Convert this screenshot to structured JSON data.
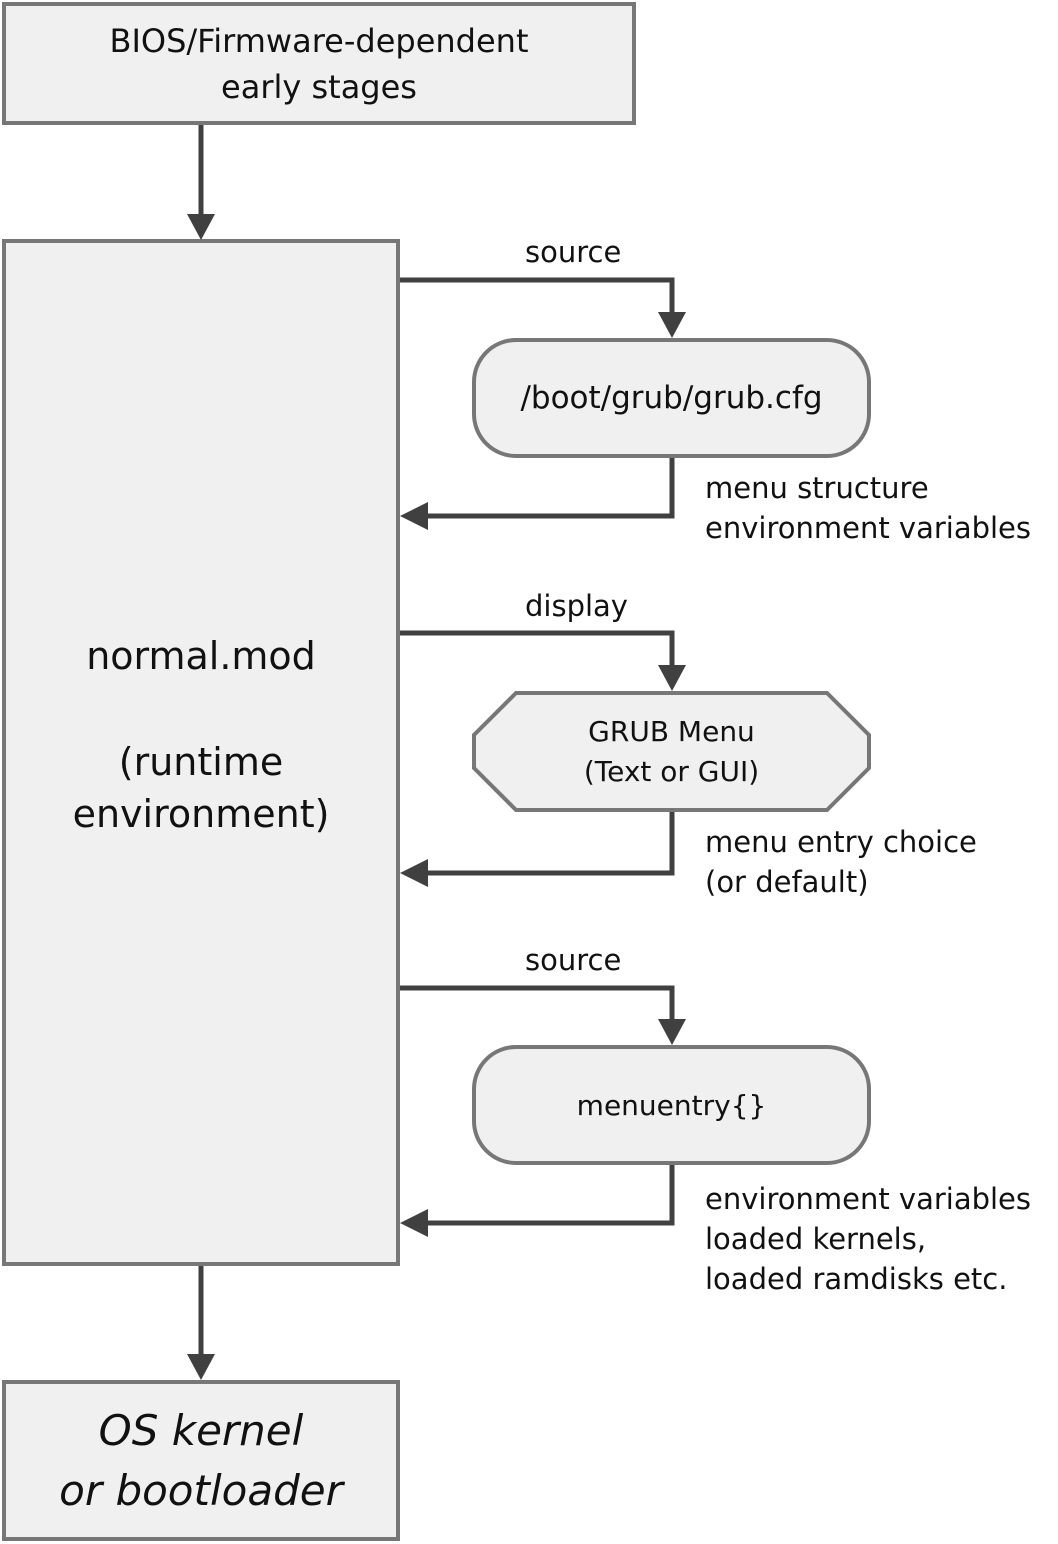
{
  "nodes": {
    "bios": {
      "lines": [
        "BIOS/Firmware-dependent",
        "early stages"
      ]
    },
    "normal": {
      "title": "normal.mod",
      "subtitle_lines": [
        "(runtime",
        "environment)"
      ]
    },
    "grubcfg": {
      "label": "/boot/grub/grub.cfg"
    },
    "menu": {
      "lines": [
        "GRUB Menu",
        "(Text or GUI)"
      ]
    },
    "menuentry": {
      "label": "menuentry{}"
    },
    "os": {
      "lines": [
        "OS kernel",
        "or bootloader"
      ]
    }
  },
  "edges": {
    "to_grubcfg": {
      "label": "source"
    },
    "from_grubcfg": {
      "lines": [
        "menu structure",
        "environment variables"
      ]
    },
    "to_menu": {
      "label": "display"
    },
    "from_menu": {
      "lines": [
        "menu entry choice",
        "(or default)"
      ]
    },
    "to_menuentry": {
      "label": "source"
    },
    "from_menuentry": {
      "lines": [
        "environment variables",
        "loaded kernels,",
        "loaded ramdisks etc."
      ]
    }
  },
  "colors": {
    "box_fill": "#f0f0f0",
    "box_stroke": "#777777",
    "arrow": "#404040",
    "text": "#111111"
  }
}
